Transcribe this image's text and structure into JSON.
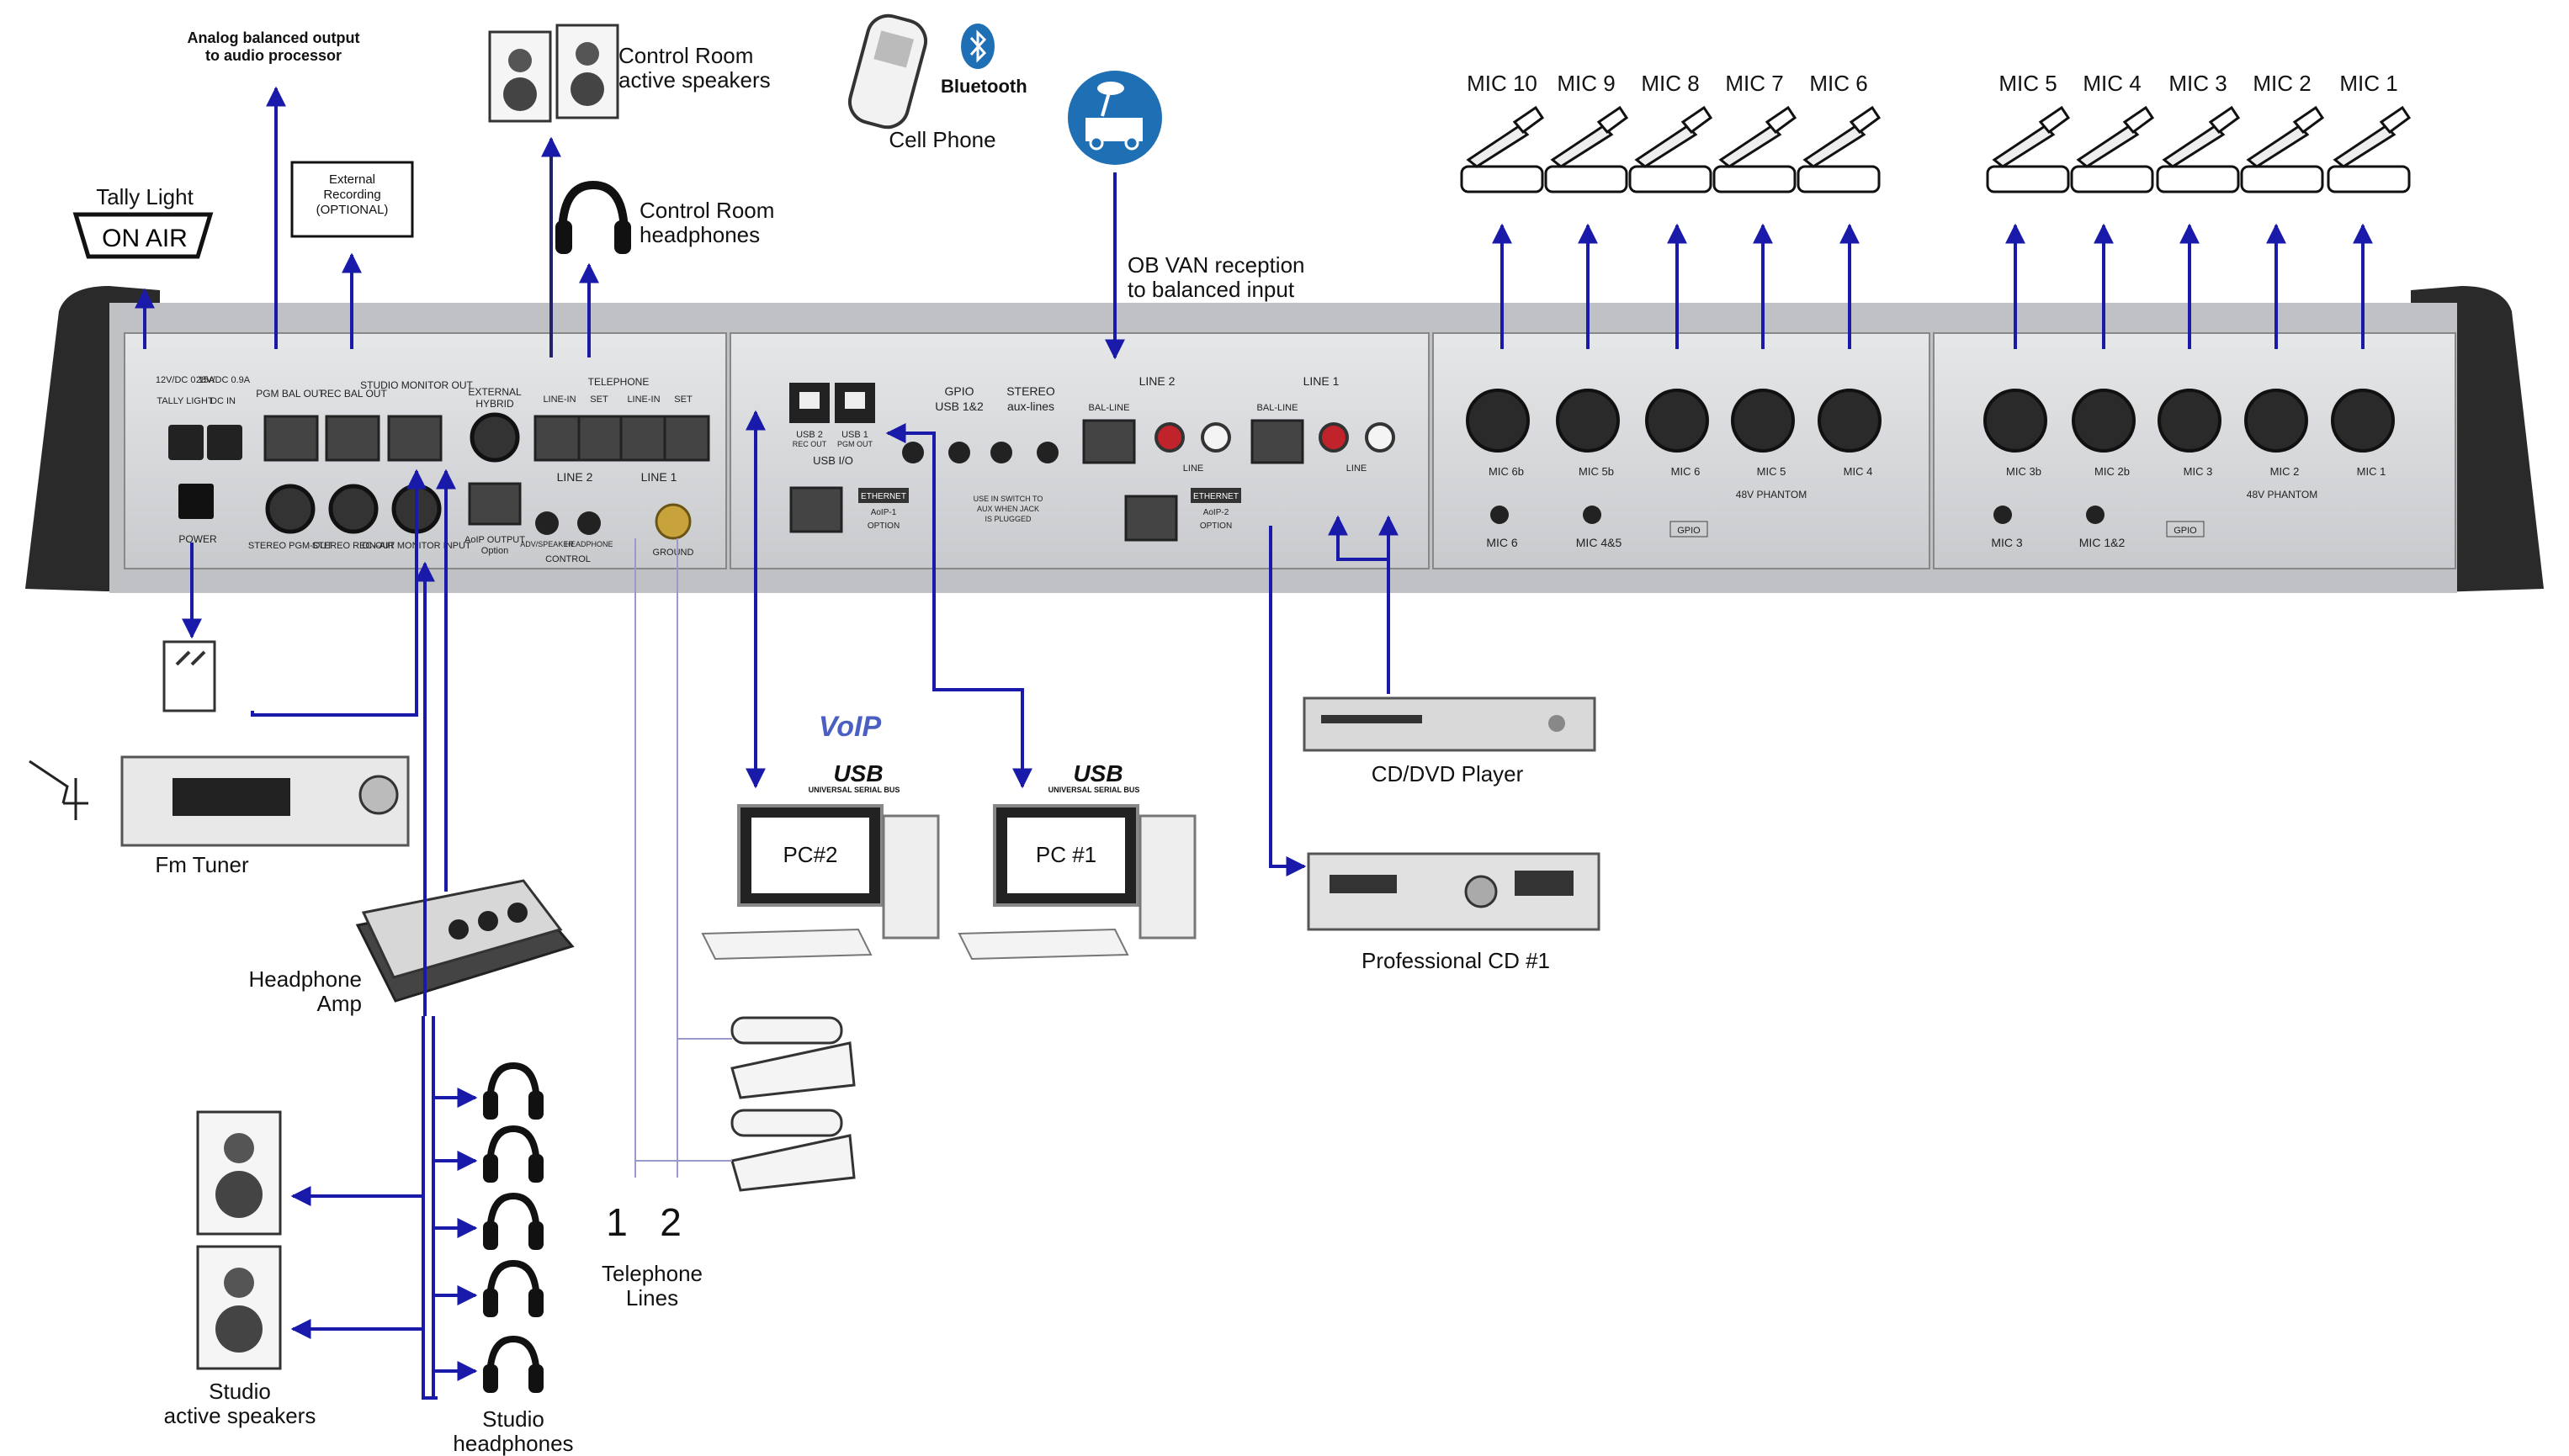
{
  "labels": {
    "analog_out": [
      "Analog balanced output",
      "to audio processor"
    ],
    "external_recording": [
      "External",
      "Recording",
      "(OPTIONAL)"
    ],
    "tally_light": "Tally Light",
    "on_air": "ON AIR",
    "control_room_speakers": [
      "Control Room",
      "active speakers"
    ],
    "control_room_headphones": [
      "Control Room",
      "headphones"
    ],
    "cell_phone": "Cell Phone",
    "bluetooth": "Bluetooth",
    "ob_van": [
      "OB VAN reception",
      "to balanced input"
    ],
    "fm_tuner": "Fm Tuner",
    "headphone_amp": [
      "Headphone",
      "Amp"
    ],
    "voip": "VoIP",
    "usb_logo": "USB",
    "usb_sub": "UNIVERSAL SERIAL BUS",
    "pc2": "PC#2",
    "pc1": "PC #1",
    "cd_dvd": "CD/DVD Player",
    "pro_cd": "Professional CD #1",
    "telephone_line_numbers": [
      "1",
      "2"
    ],
    "telephone_lines": [
      "Telephone",
      "Lines"
    ],
    "studio_speakers": [
      "Studio",
      "active speakers"
    ],
    "studio_headphones": [
      "Studio",
      "headphones"
    ]
  },
  "mics_left_group": [
    "MIC 10",
    "MIC 9",
    "MIC 8",
    "MIC 7",
    "MIC 6"
  ],
  "mics_right_group": [
    "MIC 5",
    "MIC 4",
    "MIC 3",
    "MIC 2",
    "MIC 1"
  ],
  "panel": {
    "power_section": [
      "12V/DC 0.15A",
      "TALLY LIGHT",
      "28V/DC 0.9A",
      "DC IN",
      "POWER"
    ],
    "rj45_top": [
      "PGM BAL OUT",
      "REC BAL OUT",
      "STUDIO MONITOR OUT"
    ],
    "jacks_bottom": [
      "STEREO PGM-OUT",
      "STEREO REC-OUT",
      "ON-AIR MONITOR INPUT"
    ],
    "hybrid": [
      "EXTERNAL",
      "HYBRID"
    ],
    "aoip_output": [
      "AoIP OUTPUT",
      "Option"
    ],
    "telephone": "TELEPHONE",
    "line_in": "LINE-IN",
    "set": "SET",
    "line2": "LINE 2",
    "line1": "LINE 1",
    "control": "CONTROL",
    "speaker": "ADV/SPEAKER",
    "headphone": "HEADPHONE",
    "ground": "GROUND",
    "usb": [
      "USB 2",
      "USB 1",
      "USB I/O"
    ],
    "usb_sub": [
      "REC OUT",
      "PGM OUT"
    ],
    "gpio": [
      "GPIO",
      "USB 1&2"
    ],
    "stereo": [
      "STEREO",
      "aux-lines"
    ],
    "line_2_block": "LINE 2",
    "line_1_block": "LINE 1",
    "bal_line": "BAL-LINE",
    "line": "LINE",
    "ethernet": "ETHERNET",
    "aoip1": [
      "AoIP-1",
      "OPTION"
    ],
    "aoip2": [
      "AoIP-2",
      "OPTION"
    ],
    "aux_note": [
      "USE IN SWITCH TO",
      "AUX WHEN JACK",
      "IS PLUGGED"
    ],
    "xlr_left": [
      "MIC 6b",
      "MIC 5b",
      "MIC 6",
      "MIC 5",
      "MIC 4"
    ],
    "xlr_right": [
      "MIC 3b",
      "MIC 2b",
      "MIC 3",
      "MIC 2",
      "MIC 1"
    ],
    "phantom": "48V PHANTOM",
    "gpio_label": "GPIO",
    "small_left": [
      "MIC 6",
      "MIC 4&5"
    ],
    "small_right": [
      "MIC 3",
      "MIC 1&2"
    ]
  },
  "colors": {
    "wire": "#1a1aaa",
    "panel": "#d4d6d9",
    "frame": "#2a2a2a",
    "onair_bg": "#ffffff",
    "voip": "#4a5fc1",
    "van": "#1f6fb5"
  }
}
